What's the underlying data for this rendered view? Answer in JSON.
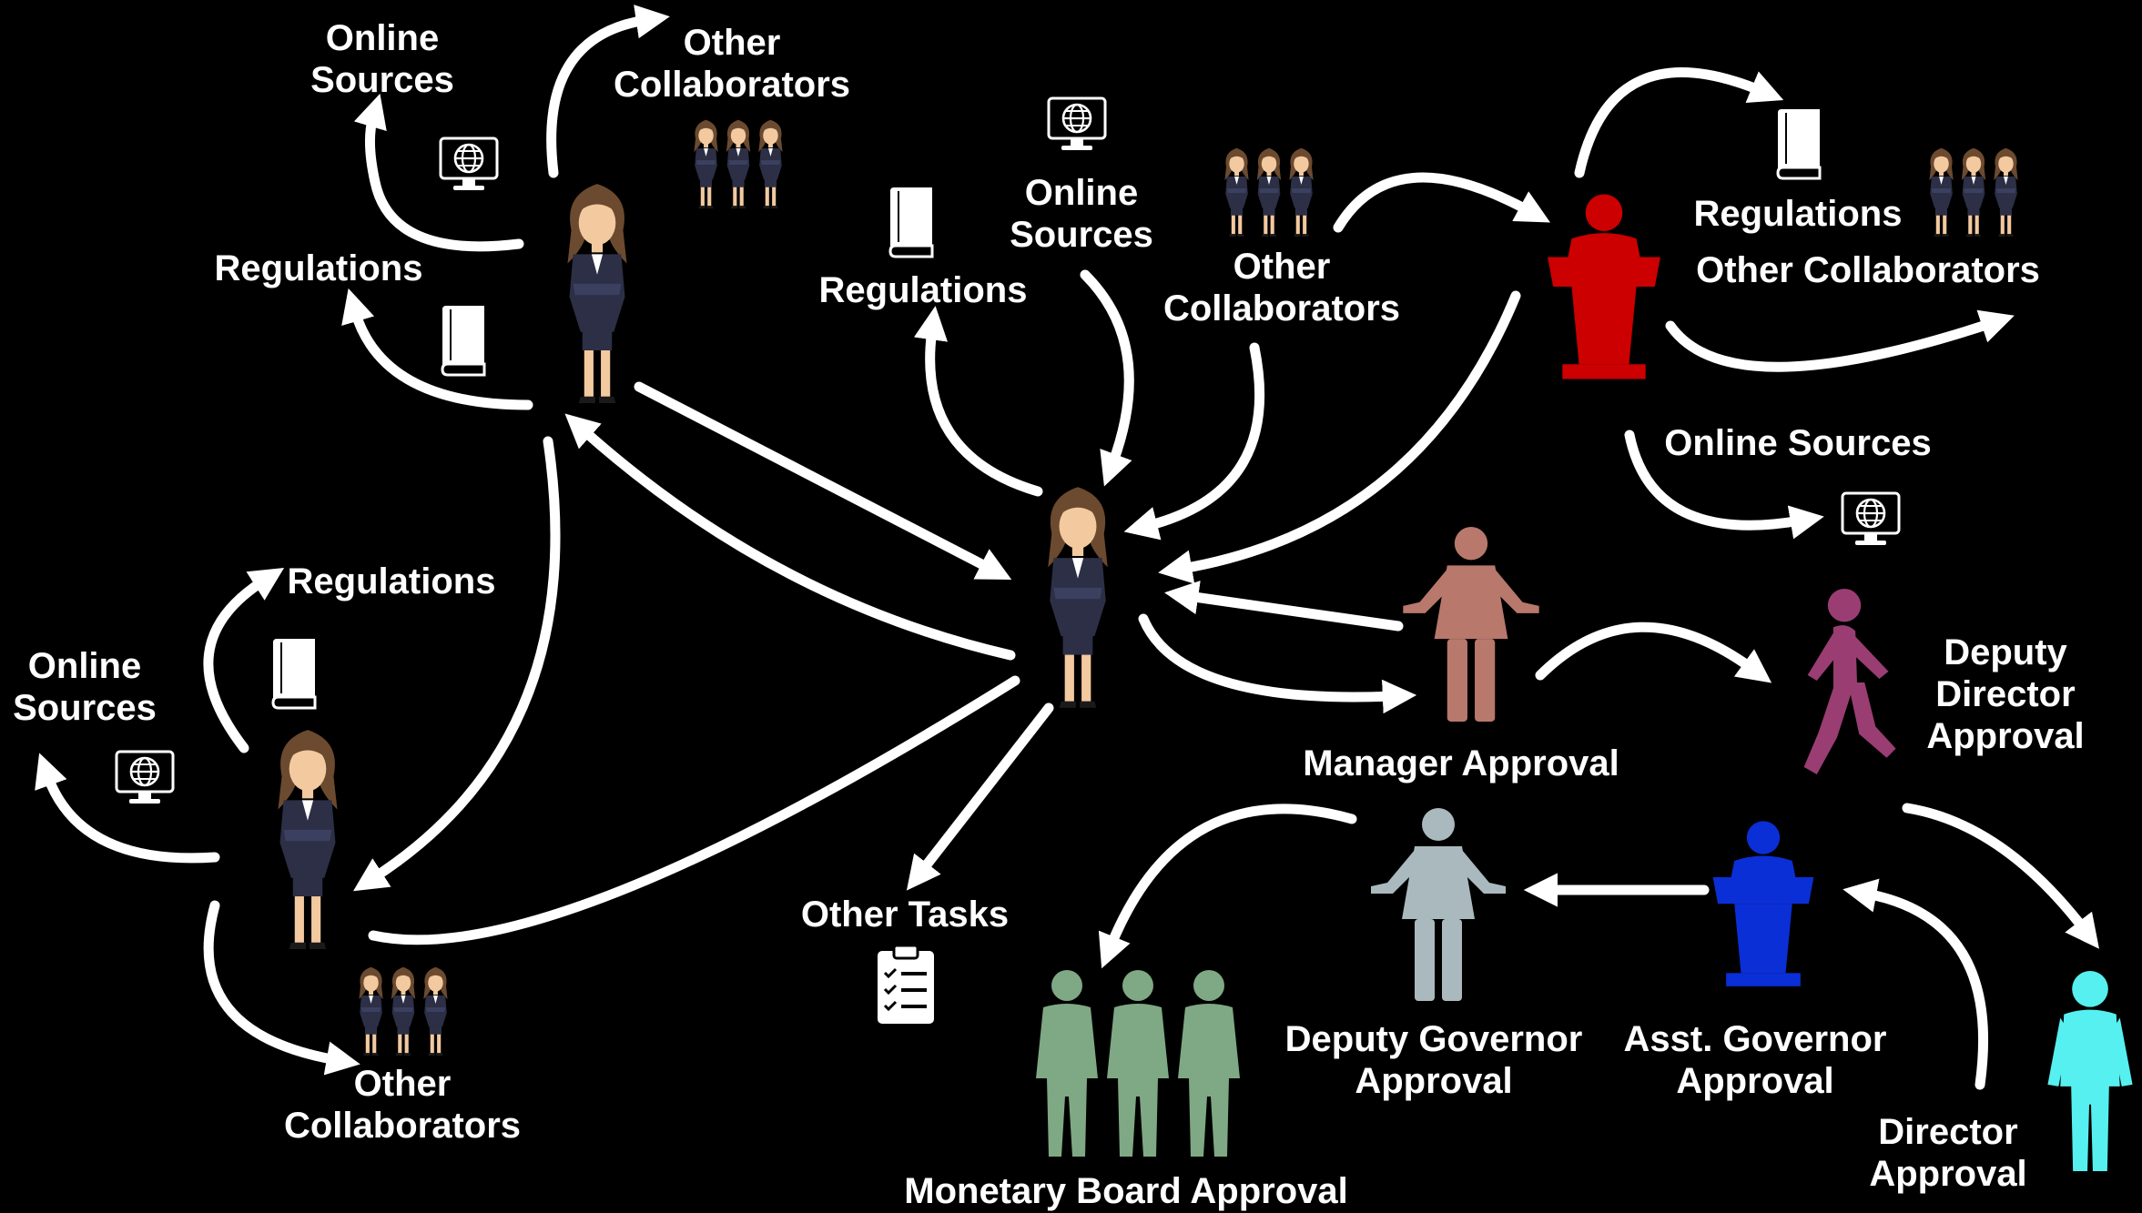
{
  "labels": {
    "tl_online": [
      "Online",
      "Sources"
    ],
    "tl_other": [
      "Other",
      "Collaborators"
    ],
    "tl_regulations": [
      "Regulations"
    ],
    "tc_online": [
      "Online",
      "Sources"
    ],
    "tc_regulations": [
      "Regulations"
    ],
    "tc_other": [
      "Other",
      "Collaborators"
    ],
    "tr_regulations": [
      "Regulations"
    ],
    "tr_other": [
      "Other Collaborators"
    ],
    "tr_online": [
      "Online Sources"
    ],
    "bl_regulations": [
      "Regulations"
    ],
    "bl_online": [
      "Online",
      "Sources"
    ],
    "bl_other": [
      "Other",
      "Collaborators"
    ],
    "other_tasks": [
      "Other Tasks"
    ],
    "manager": [
      "Manager Approval"
    ],
    "deputy_director": [
      "Deputy",
      "Director",
      "Approval"
    ],
    "director": [
      "Director",
      "Approval"
    ],
    "asst_governor": [
      "Asst. Governor",
      "Approval"
    ],
    "deputy_governor": [
      "Deputy Governor",
      "Approval"
    ],
    "monetary_board": [
      "Monetary Board Approval"
    ]
  },
  "colors": {
    "arrow": "#ffffff",
    "podium_red": "#cc0000",
    "manager_figure": "#b8786c",
    "deputy_director_figure": "#9a3d72",
    "director_figure": "#56f0f0",
    "asst_governor_podium": "#0a2fd6",
    "deputy_governor_figure": "#aab9be",
    "monetary_board_figure": "#7fa884",
    "employee_suit": "#2c2f45",
    "employee_hair": "#6b4a2f",
    "employee_skin": "#f3c9a0"
  },
  "icons": [
    "employee-icon",
    "collaborators-icon",
    "globe-monitor-icon",
    "book-icon",
    "podium-speaker-icon",
    "manager-figure-icon",
    "walking-person-icon",
    "standing-person-icon",
    "clipboard-checklist-icon",
    "group-of-three-icon"
  ]
}
